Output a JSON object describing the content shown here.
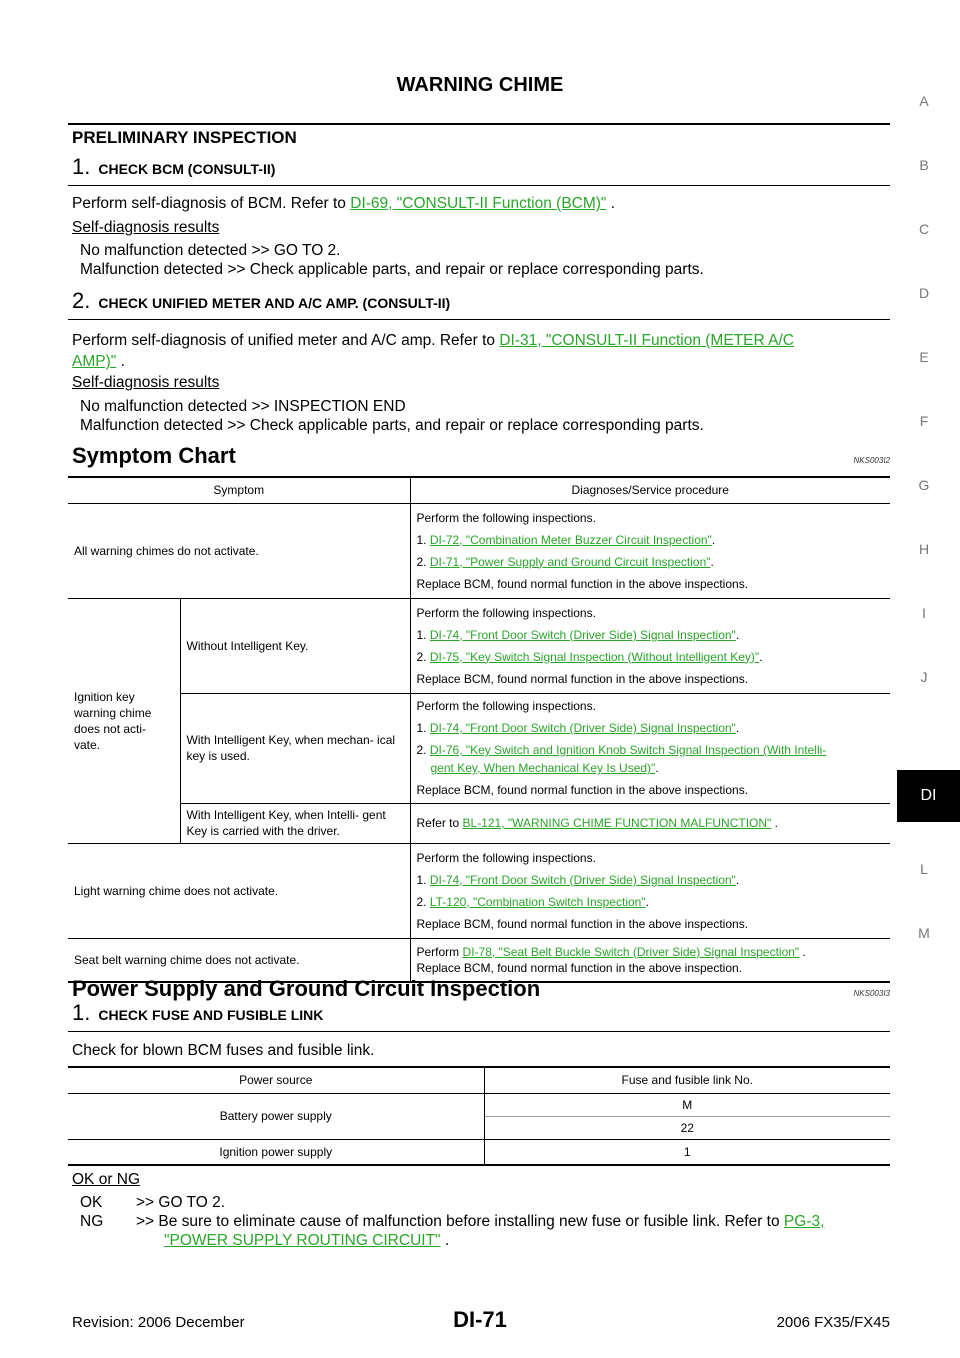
{
  "page_title": "WARNING CHIME",
  "sidebar_letters": [
    "A",
    "B",
    "C",
    "D",
    "E",
    "F",
    "G",
    "H",
    "I",
    "J",
    "DI",
    "L",
    "M"
  ],
  "prelim": {
    "heading": "PRELIMINARY INSPECTION",
    "step1": {
      "num": "1.",
      "title": "CHECK BCM (CONSULT-II)",
      "text": "Perform self-diagnosis of BCM. Refer to",
      "link": "DI-69, \"CONSULT-II Function (BCM)\"",
      "after": " .",
      "results_label": "Self-diagnosis results",
      "result1": "No malfunction detected >> GO TO 2.",
      "result2": "Malfunction detected >> Check applicable parts, and repair or replace corresponding parts."
    },
    "step2": {
      "num": "2.",
      "title": "CHECK UNIFIED METER AND A/C AMP. (CONSULT-II)",
      "text": "Perform self-diagnosis of unified meter and A/C amp. Refer to",
      "link1": "DI-31, \"CONSULT-II Function (METER A/C",
      "link2": "AMP)\"",
      "after": " .",
      "results_label": "Self-diagnosis results",
      "result1": "No malfunction detected >> INSPECTION END",
      "result2": "Malfunction detected >> Check applicable parts, and repair or replace corresponding parts."
    }
  },
  "symptom_chart": {
    "heading": "Symptom Chart",
    "code": "NKS003I2",
    "col1": "Symptom",
    "col2": "Diagnoses/Service procedure",
    "perform": "Perform the following inspections.",
    "replace": "Replace BCM, found normal function in the above inspections.",
    "row1_symptom": "All warning chimes do not activate.",
    "row1_l1": "DI-72, \"Combination Meter Buzzer Circuit Inspection\"",
    "row1_l2": "DI-71, \"Power Supply and Ground Circuit Inspection\"",
    "row2_symptom": "Ignition key warning chime does not acti- vate.",
    "row2a_cond": "Without Intelligent Key.",
    "row2a_l1": "DI-74, \"Front Door Switch (Driver Side) Signal Inspection\"",
    "row2a_l2": "DI-75, \"Key Switch Signal Inspection (Without Intelligent Key)\"",
    "row2b_cond": "With Intelligent Key, when mechan- ical key is used.",
    "row2b_l1": "DI-74, \"Front Door Switch (Driver Side) Signal Inspection\"",
    "row2b_l2a": "DI-76, \"Key Switch and Ignition Knob Switch Signal Inspection (With Intelli-",
    "row2b_l2b": "gent Key, When Mechanical Key Is Used)\"",
    "row2c_cond": "With Intelligent Key, when Intelli- gent Key is carried with the driver.",
    "row2c_refer": "Refer to",
    "row2c_link": "BL-121, \"WARNING CHIME FUNCTION MALFUNCTION\"",
    "row2c_after": " .",
    "row3_symptom": "Light warning chime does not activate.",
    "row3_l1": "DI-74, \"Front Door Switch (Driver Side) Signal Inspection\"",
    "row3_l2": "LT-120, \"Combination Switch Inspection\"",
    "row4_symptom": "Seat belt warning chime does not activate.",
    "row4_perform": "Perform",
    "row4_link": "DI-78, \"Seat Belt Buckle Switch (Driver Side) Signal Inspection\"",
    "row4_after": " .",
    "row4_replace": "Replace BCM, found normal function in the above inspection."
  },
  "power_supply": {
    "heading": "Power Supply and Ground Circuit Inspection",
    "code": "NKS003I3",
    "step_num": "1.",
    "step_title": "CHECK FUSE AND FUSIBLE LINK",
    "text": "Check for blown BCM fuses and fusible link.",
    "col1": "Power source",
    "col2": "Fuse and fusible link No.",
    "battery": "Battery power supply",
    "battery_v1": "M",
    "battery_v2": "22",
    "ignition": "Ignition power supply",
    "ignition_v": "1",
    "oknf_label": "OK or NG",
    "ok_key": "OK",
    "ok_text": ">> GO TO 2.",
    "ng_key": "NG",
    "ng_text": ">> Be sure to eliminate cause of malfunction before installing new fuse or fusible link. Refer to",
    "ng_link1": "PG-3,",
    "ng_link2": "\"POWER SUPPLY ROUTING CIRCUIT\"",
    "ng_after": " ."
  },
  "footer": {
    "revision": "Revision: 2006 December",
    "page_id": "DI-71",
    "model": "2006 FX35/FX45"
  }
}
